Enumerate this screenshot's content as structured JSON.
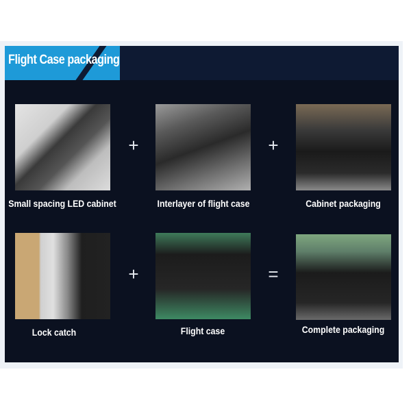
{
  "title": "Flight Case packaging",
  "items": [
    {
      "label": "Small spacing LED cabinet"
    },
    {
      "label": "Interlayer of flight case"
    },
    {
      "label": "Cabinet packaging"
    },
    {
      "label": "Lock catch"
    },
    {
      "label": "Flight case"
    },
    {
      "label": "Complete packaging"
    }
  ],
  "operators": [
    "+",
    "+",
    "+",
    "="
  ],
  "colors": {
    "accent": "#1e9ad8",
    "panel": "#0b1120"
  }
}
